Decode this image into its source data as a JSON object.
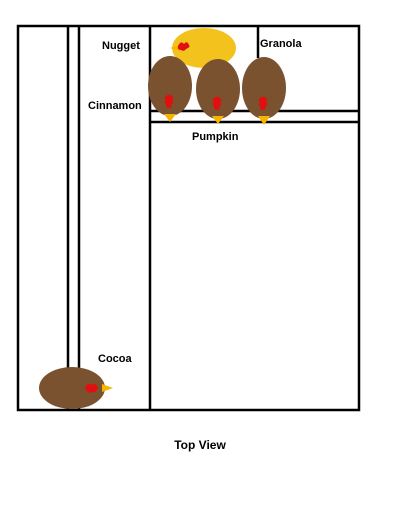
{
  "caption": "Top View",
  "chickens": [
    {
      "name": "Nugget"
    },
    {
      "name": "Granola"
    },
    {
      "name": "Cinnamon"
    },
    {
      "name": "Pumpkin"
    },
    {
      "name": "Cocoa"
    }
  ],
  "colors": {
    "wall": "#000000",
    "brown_hen": "#7a5230",
    "yellow_hen": "#f4c21c",
    "comb": "#e01010",
    "beak": "#f4b400"
  }
}
